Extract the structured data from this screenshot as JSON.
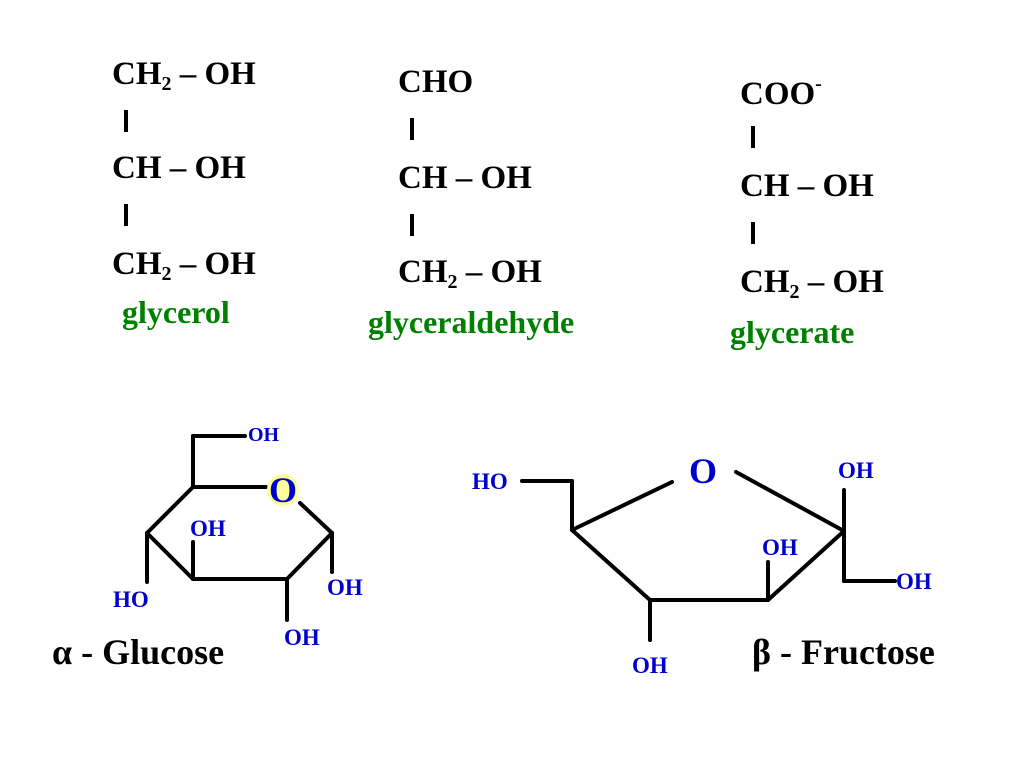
{
  "colors": {
    "formula": "#000000",
    "name": "#008000",
    "group": "#0000cc",
    "oxygen_highlight": "#ffff99"
  },
  "glycerol": {
    "line1": {
      "a": "CH",
      "sub": "2",
      "b": " – OH"
    },
    "line2": "CH – OH",
    "line3": {
      "a": "CH",
      "sub": "2",
      "b": " – OH"
    },
    "name": "glycerol"
  },
  "glyceraldehyde": {
    "line1": "CHO",
    "line2": "CH – OH",
    "line3": {
      "a": "CH",
      "sub": "2",
      "b": " – OH"
    },
    "name": "glyceraldehyde"
  },
  "glycerate": {
    "line1": {
      "a": "COO",
      "sup": "-"
    },
    "line2": "CH – OH",
    "line3": {
      "a": "CH",
      "sub": "2",
      "b": " – OH"
    },
    "name": "glycerate"
  },
  "glucose": {
    "ring_o": "O",
    "oh_top": "OH",
    "oh_inner": "OH",
    "ho_left": "HO",
    "oh_right": "OH",
    "oh_bottom": "OH",
    "alpha": "α",
    "name": " - Glucose"
  },
  "fructose": {
    "ring_o": "O",
    "ho_left": "HO",
    "oh_top_right": "OH",
    "oh_inner": "OH",
    "oh_right": "OH",
    "oh_bottom": "OH",
    "beta": "β",
    "name": " - Fructose"
  }
}
